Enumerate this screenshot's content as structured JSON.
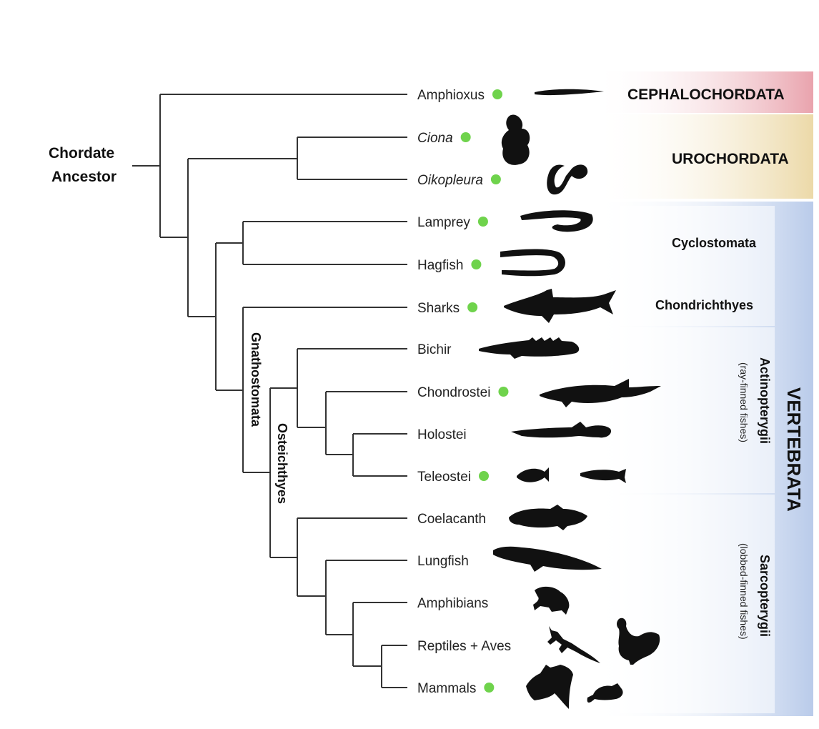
{
  "root_label_line1": "Chordate",
  "root_label_line2": "Ancestor",
  "taxa": [
    {
      "name": "Amphioxus",
      "italic": false,
      "dot": true
    },
    {
      "name": "Ciona",
      "italic": true,
      "dot": true
    },
    {
      "name": "Oikopleura",
      "italic": true,
      "dot": true
    },
    {
      "name": "Lamprey",
      "italic": false,
      "dot": true
    },
    {
      "name": "Hagfish",
      "italic": false,
      "dot": true
    },
    {
      "name": "Sharks",
      "italic": false,
      "dot": true
    },
    {
      "name": "Bichir",
      "italic": false,
      "dot": false
    },
    {
      "name": "Chondrostei",
      "italic": false,
      "dot": true
    },
    {
      "name": "Holostei",
      "italic": false,
      "dot": false
    },
    {
      "name": "Teleostei",
      "italic": false,
      "dot": true
    },
    {
      "name": "Coelacanth",
      "italic": false,
      "dot": false
    },
    {
      "name": "Lungfish",
      "italic": false,
      "dot": false
    },
    {
      "name": "Amphibians",
      "italic": false,
      "dot": false
    },
    {
      "name": "Reptiles + Aves",
      "italic": false,
      "dot": false
    },
    {
      "name": "Mammals",
      "italic": false,
      "dot": true
    }
  ],
  "clades": {
    "gnathostomata": "Gnathostomata",
    "osteichthyes": "Osteichthyes",
    "cephalochordata": "CEPHALOCHORDATA",
    "urochordata": "UROCHORDATA",
    "cyclostomata": "Cyclostomata",
    "chondrichthyes": "Chondrichthyes",
    "vertebrata": "VERTEBRATA",
    "actinopterygii": "Actinopterygii",
    "actinopterygii_sub": "(ray-finned fishes)",
    "sarcopterygii": "Sarcopterygii",
    "sarcopterygii_sub": "(lobbed-finned fishes)"
  },
  "colors": {
    "dot": "#6fd34c",
    "cephalochordata_band": "#e9a3ad",
    "urochordata_band": "#ecd9a8",
    "vertebrata_band": "#b9cbea"
  },
  "icons": [
    "amphioxus-icon",
    "ciona-icon",
    "oikopleura-icon",
    "lamprey-icon",
    "hagfish-icon",
    "shark-icon",
    "bichir-icon",
    "sturgeon-icon",
    "gar-icon",
    "teleost-fish-icon",
    "zebrafish-icon",
    "coelacanth-icon",
    "lungfish-icon",
    "frog-icon",
    "lizard-icon",
    "rooster-icon",
    "bat-icon",
    "mouse-icon"
  ]
}
